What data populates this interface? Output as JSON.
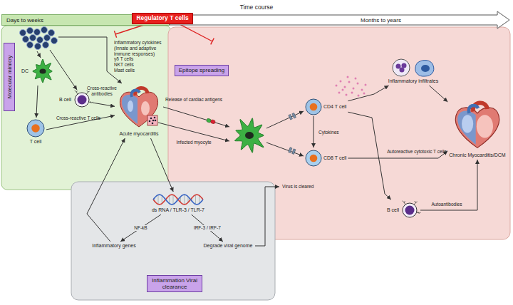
{
  "diagram": {
    "nodes": [
      {
        "text": [
          "Days to weeks"
        ]
      },
      {
        "text": [
          "Months to years"
        ]
      },
      {
        "text": [
          "Regulatory T cells"
        ]
      },
      {
        "text": [
          "Molecular mimicry"
        ]
      },
      {
        "text": [
          "Epitope spreading"
        ]
      },
      {
        "text": [
          "Inflammation Viral clearance"
        ]
      },
      {
        "text": [
          "DC"
        ]
      },
      {
        "text": [
          "B cell"
        ]
      },
      {
        "text": [
          "T cell"
        ]
      },
      {
        "text": [
          "Acute myocarditis"
        ]
      },
      {
        "text": [
          "CD4 T cell"
        ]
      },
      {
        "text": [
          "CD8 T cell"
        ]
      },
      {
        "text": [
          "B cell"
        ]
      },
      {
        "text": [
          "Inflammatory infiltrates"
        ]
      },
      {
        "text": [
          "Chronic Myocarditis/DCM"
        ]
      },
      {
        "text": [
          "ds RNA / TLR-3 / TLR-7"
        ]
      },
      {
        "text": [
          "Inflammatory genes"
        ]
      },
      {
        "text": [
          "Degrade viral genome"
        ]
      }
    ],
    "edges": [
      {
        "from": 6,
        "to": 8,
        "arrow": "to"
      },
      {
        "from": 7,
        "to": 9,
        "label": "Cross-reactive antibodies",
        "arrow": "to"
      },
      {
        "from": 8,
        "to": 9,
        "label": "Cross-reactive T cells",
        "arrow": "to"
      },
      {
        "from": 9,
        "to": 15,
        "arrow": "to"
      },
      {
        "from": 15,
        "to": 16,
        "label": "NF-kB",
        "arrow": "to"
      },
      {
        "from": 15,
        "to": 17,
        "label": "IRF-3 / IRF-7",
        "arrow": "to"
      },
      {
        "from": 16,
        "to": 9,
        "arrow": "to"
      },
      {
        "from": 10,
        "to": 13,
        "arrow": "to"
      },
      {
        "from": 10,
        "to": 12,
        "arrow": "to"
      },
      {
        "from": 13,
        "to": 14,
        "arrow": "to"
      },
      {
        "from": 12,
        "to": 14,
        "label": "Autoantibodies",
        "arrow": "to"
      },
      {
        "from": 11,
        "to": 14,
        "label": "Autoreactive cytotoxic T cells",
        "arrow": "to"
      }
    ],
    "labels": [
      "Time course",
      "Inflammatory cytokines (Innate and adaptive immune responses)",
      "γδ T cells",
      "NKT cells",
      "Mast cells",
      "Release of cardiac antigens",
      "Infected myocyte",
      "Cytokines",
      "Virus is cleared"
    ]
  }
}
